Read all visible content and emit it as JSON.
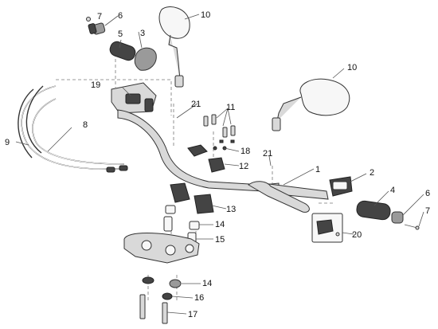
{
  "callouts": {
    "c1": "1",
    "c2": "2",
    "c3": "3",
    "c4": "4",
    "c5": "5",
    "c6a": "6",
    "c6b": "6",
    "c7a": "7",
    "c7b": "7",
    "c8": "8",
    "c9": "9",
    "c10a": "10",
    "c10b": "10",
    "c11": "11",
    "c12": "12",
    "c13": "13",
    "c14a": "14",
    "c14b": "14",
    "c15": "15",
    "c16": "16",
    "c17": "17",
    "c18": "18",
    "c19": "19",
    "c20": "20",
    "c21a": "21",
    "c21b": "21"
  }
}
